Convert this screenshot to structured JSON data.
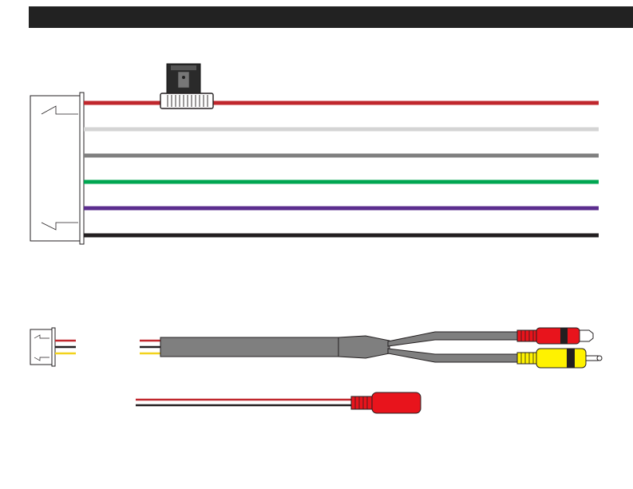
{
  "colors": {
    "header_bar": "#222222",
    "wire_red": "#c0272d",
    "wire_white": "#d4d4d4",
    "wire_gray": "#808080",
    "wire_green": "#00a651",
    "wire_purple": "#5b2d8e",
    "wire_black": "#231f20",
    "wire_yellow": "#f2d21c",
    "rca_red": "#e8141c",
    "rca_yellow": "#fff200",
    "cable_sleeve": "#7f7f7f"
  },
  "main_harness": {
    "wires": [
      {
        "color": "red",
        "fused": true
      },
      {
        "color": "white",
        "fused": false
      },
      {
        "color": "gray",
        "fused": false
      },
      {
        "color": "green",
        "fused": false
      },
      {
        "color": "purple",
        "fused": false
      },
      {
        "color": "black",
        "fused": false
      }
    ]
  },
  "adapter_cable": {
    "pigtail_wires": [
      "red",
      "black",
      "yellow"
    ],
    "rca_plugs": [
      "red",
      "yellow"
    ]
  },
  "power_lead": {
    "wires": [
      "red",
      "black"
    ],
    "connector": "red-dc-jack"
  }
}
